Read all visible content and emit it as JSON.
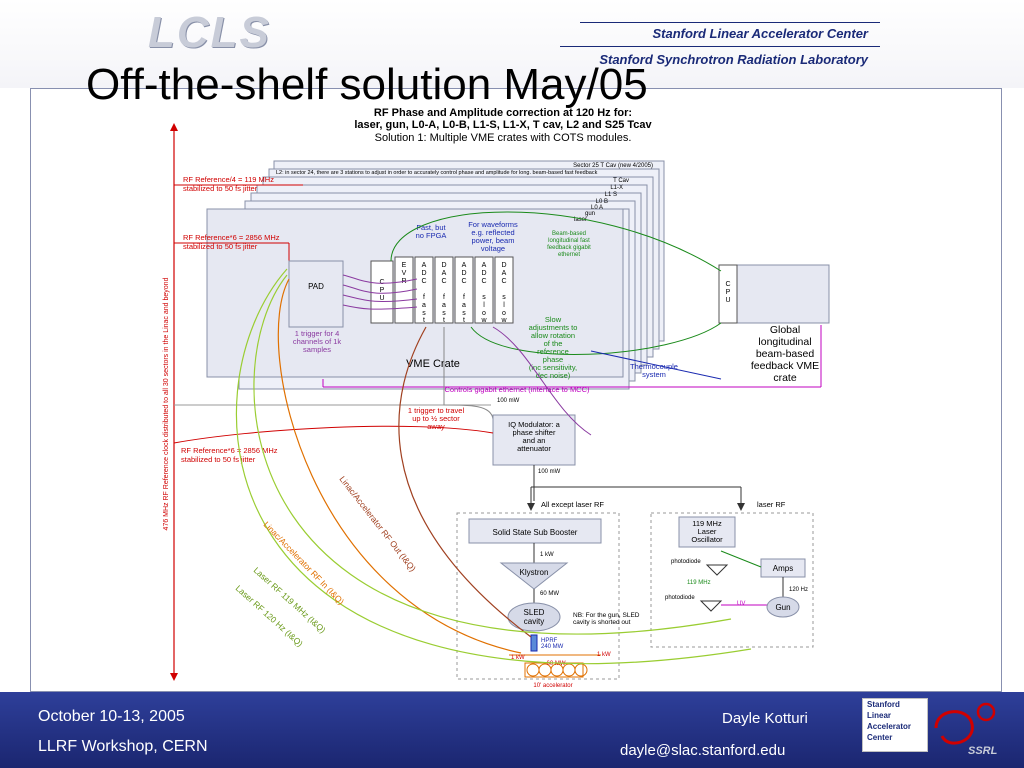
{
  "header": {
    "logo_text": "LCLS",
    "org_line1": "Stanford Linear Accelerator Center",
    "org_line2": "Stanford Synchrotron Radiation Laboratory"
  },
  "slide": {
    "title": "Off-the-shelf solution May/05"
  },
  "diagram": {
    "title_line1": "RF Phase and Amplitude correction at 120 Hz for:",
    "title_line2": "laser, gun, L0-A, L0-B, L1-S, L1-X, T cav, L2 and S25 Tcav",
    "subtitle": "Solution 1: Multiple VME crates with COTS modules.",
    "vertical_label": "476 MHz RF Reference clock distributed to all 30 sectors in the Linac and beyond",
    "sector25": "Sector 25 T Cav (new 4/2005)",
    "l2_note": "L2: in sector 24, there are 3 stations to adjust in order to accurately control phase and amplitude for long. beam-based fast feedback",
    "stack_labels": [
      "T Cav",
      "L1-X",
      "L1 S",
      "L0 B",
      "L0 A",
      "gun",
      "laser"
    ],
    "rf_ref4": [
      "RF Reference/4 = 119 MHz",
      "stabilized to 50 fs jitter"
    ],
    "rf_ref6": [
      "RF Reference*6 = 2856 MHz",
      "stabilized to 50 fs jitter"
    ],
    "rf_ref6b": [
      "RF Reference*6 = 2856 MHz",
      "stabilized to 50 fs jitter"
    ],
    "pad": "PAD",
    "cpu": [
      "C",
      "P",
      "U"
    ],
    "evr": [
      "E",
      "V",
      "R"
    ],
    "adc_fast": [
      "A",
      "D",
      "C",
      "",
      "f",
      "a",
      "s",
      "t"
    ],
    "dac_fast": [
      "D",
      "A",
      "C",
      "",
      "f",
      "a",
      "s",
      "t"
    ],
    "adc_slow": [
      "A",
      "D",
      "C",
      "",
      "s",
      "l",
      "o",
      "w"
    ],
    "dac_slow": [
      "D",
      "A",
      "C",
      "",
      "s",
      "l",
      "o",
      "w"
    ],
    "fast_fpga": [
      "Fast, but",
      "no FPGA"
    ],
    "waveforms": [
      "For waveforms",
      "e.g. reflected",
      "power, beam",
      "voltage"
    ],
    "beam_based": [
      "Beam-based",
      "longitudinal fast",
      "feedback gigabit",
      "ethernet"
    ],
    "trigger_note": [
      "1 trigger for 4",
      "channels of 1k",
      "samples"
    ],
    "slow_adj": [
      "Slow",
      "adjustments to",
      "allow rotation",
      "of the",
      "reference",
      "phase",
      "(inc sensitivity,",
      "dec noise)"
    ],
    "thermocouple": [
      "Thermocouple",
      "system"
    ],
    "vme_crate": "VME Crate",
    "global": [
      "Global",
      "longitudinal",
      "beam-based",
      "feedback VME",
      "crate"
    ],
    "controls": "Controls gigabit ethernet (interface to MCC)",
    "mw100a": "100 mW",
    "trigger_travel": [
      "1 trigger to travel",
      "up to ½ sector",
      "away"
    ],
    "iq_mod": [
      "IQ Modulator: a",
      "phase shifter",
      "and an",
      "attenuator"
    ],
    "mw100b": "100 mW",
    "all_except": "All except laser RF",
    "laser_rf": "laser RF",
    "ssb": "Solid State Sub Booster",
    "kw1": "1 kW",
    "klystron": "Klystron",
    "mw60": "60 MW",
    "sled": [
      "SLED",
      "cavity"
    ],
    "nb_note": [
      "NB: For the gun, SLED",
      "cavity is shorted out"
    ],
    "hprf": [
      "HPRF",
      "240 MW"
    ],
    "kw1b": "1 kW",
    "kw1c": "1 kW",
    "mw60b": "60 MW",
    "accel": "10' accelerator",
    "oscillator": [
      "119 MHz",
      "Laser",
      "Oscillator"
    ],
    "photodiode1": "photodiode",
    "mhz119": "119 MHz",
    "amps": "Amps",
    "hz120": "120 Hz",
    "photodiode2": "photodiode",
    "uv": "UV",
    "gun": "Gun",
    "curve_labels": [
      "Linac/Accelerator RF Out (I&Q)",
      "Linac/Accelerator RF In (I&Q)",
      "Laser RF 119 MHz (I&Q)",
      "Laser RF 120 Hz (I&Q)"
    ]
  },
  "footer": {
    "date": "October 10-13, 2005",
    "event": "LLRF Workshop, CERN",
    "author": "Dayle Kotturi",
    "email": "dayle@slac.stanford.edu",
    "slac_logo": [
      "Stanford",
      "Linear",
      "Accelerator",
      "Center"
    ],
    "ssrl_logo": "SSRL"
  }
}
